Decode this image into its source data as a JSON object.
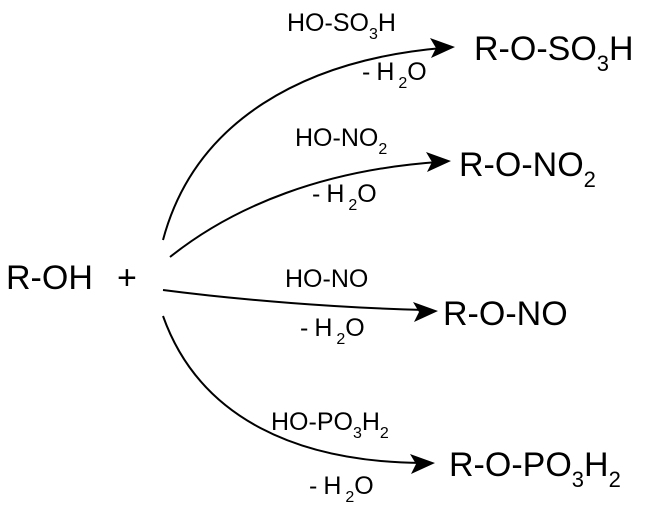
{
  "reactant": {
    "label": "R-OH",
    "plus": "+"
  },
  "reactions": [
    {
      "reagent": {
        "base": "HO-SO",
        "sub1": "3",
        "tail": "H"
      },
      "byproduct": {
        "minus": "-",
        "h": "H",
        "sub": "2",
        "o": "O"
      },
      "product": {
        "base": "R-O-SO",
        "sub1": "3",
        "tail": "H"
      }
    },
    {
      "reagent": {
        "base": "HO-NO",
        "sub1": "2"
      },
      "byproduct": {
        "minus": "-",
        "h": "H",
        "sub": "2",
        "o": "O"
      },
      "product": {
        "base": "R-O-NO",
        "sub1": "2"
      }
    },
    {
      "reagent": {
        "base": "HO-NO"
      },
      "byproduct": {
        "minus": "-",
        "h": "H",
        "sub": "2",
        "o": "O"
      },
      "product": {
        "base": "R-O-NO"
      }
    },
    {
      "reagent": {
        "base": "HO-PO",
        "sub1": "3",
        "tail": "H",
        "sub2": "2"
      },
      "byproduct": {
        "minus": "-",
        "h": "H",
        "sub": "2",
        "o": "O"
      },
      "product": {
        "base": "R-O-PO",
        "sub1": "3",
        "tail": "H",
        "sub2": "2"
      }
    }
  ]
}
